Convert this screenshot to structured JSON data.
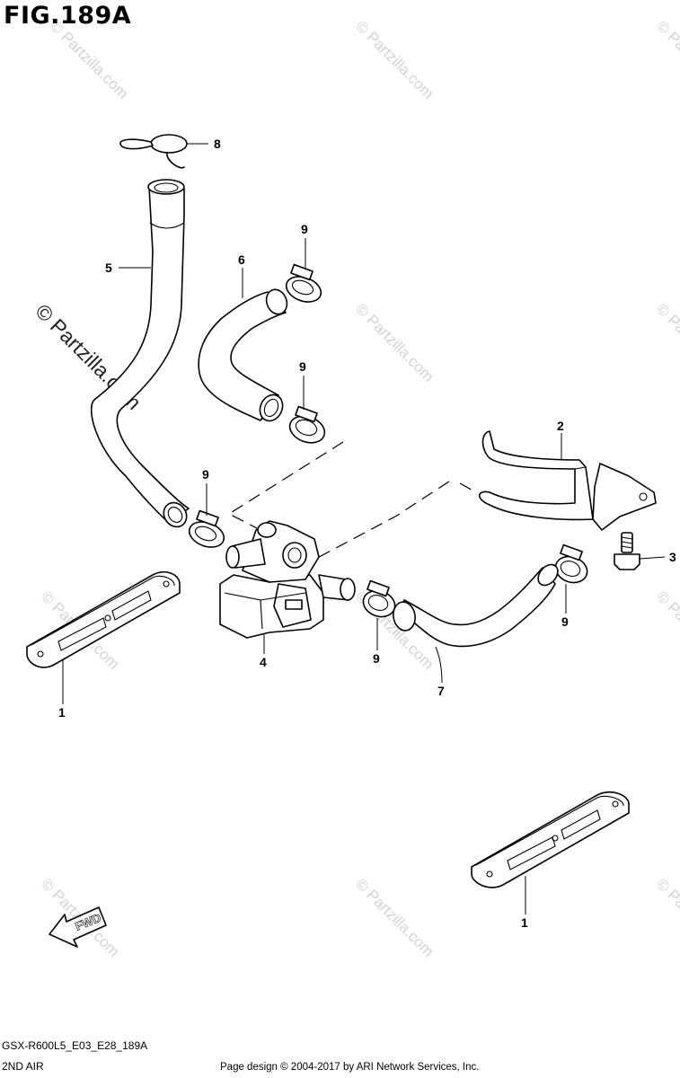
{
  "figure_title": "FIG.189A",
  "callouts": {
    "c1a": "1",
    "c1b": "1",
    "c2": "2",
    "c3": "3",
    "c4": "4",
    "c5": "5",
    "c6": "6",
    "c7": "7",
    "c8": "8",
    "c9a": "9",
    "c9b": "9",
    "c9c": "9",
    "c9d": "9",
    "c9e": "9"
  },
  "fwd_label": "FWD",
  "watermark": "© Partzilla.com",
  "model_code": "GSX-R600L5_E03_E28_189A",
  "section_name": "2ND AIR",
  "page_copyright": "Page design © 2004-2017 by ARI Network Services, Inc."
}
